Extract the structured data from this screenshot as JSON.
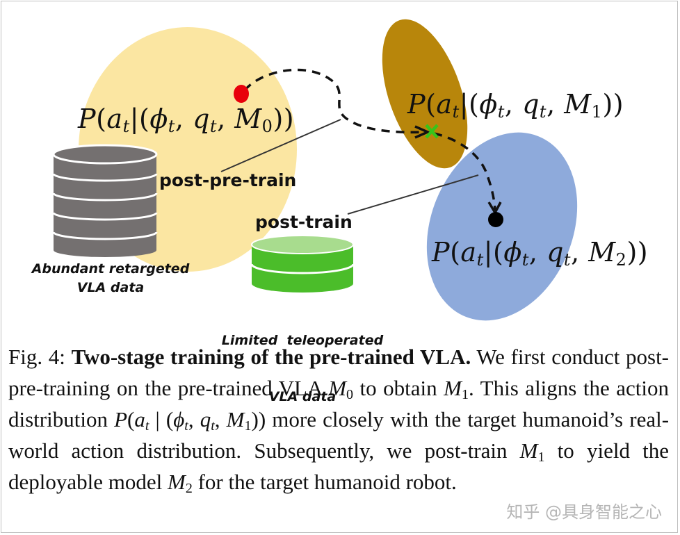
{
  "figure": {
    "distributions": {
      "m0": {
        "P": "P",
        "a": "a",
        "t": "t",
        "bar": "|",
        "phi": "ϕ",
        "q": "q",
        "M": "M",
        "sub": "0"
      },
      "m1": {
        "P": "P",
        "a": "a",
        "t": "t",
        "bar": "|",
        "phi": "ϕ",
        "q": "q",
        "M": "M",
        "sub": "1"
      },
      "m2": {
        "P": "P",
        "a": "a",
        "t": "t",
        "bar": "|",
        "phi": "ϕ",
        "q": "q",
        "M": "M",
        "sub": "2"
      }
    },
    "labels": {
      "post_pre_train": "post-pre-train",
      "post_train": "post-train",
      "abundant_line1": "Abundant retargeted",
      "abundant_line2": "VLA data",
      "limited_line1": "Limited  teleoperated",
      "limited_line2": "VLA data"
    },
    "colors": {
      "m0_region": "#fbe6a2",
      "m1_region": "#b8860b",
      "m2_region": "#8eaadb",
      "start_point": "#e8000b",
      "mid_marker": "#38c41a",
      "end_point": "#000000",
      "abundant_db": "#747070",
      "limited_db": "#4bbd2a"
    },
    "icons": [
      "database-icon-gray",
      "database-icon-green",
      "x-marker",
      "dot-marker"
    ]
  },
  "caption": {
    "fig_label": "Fig. 4:",
    "title": "Two-stage training of the pre-trained VLA.",
    "s1a": "We first conduct post-pre-training on the pre-trained VLA",
    "m0": "M",
    "m0_sub": "0",
    "s1b": "to obtain",
    "m1": "M",
    "m1_sub": "1",
    "s2a": ". This aligns the action distribution",
    "formula_P": "P",
    "formula_open": "(",
    "formula_a": "a",
    "formula_t1": "t",
    "formula_bar": " | (",
    "formula_phi": "ϕ",
    "formula_t2": "t",
    "formula_comma1": ", ",
    "formula_q": "q",
    "formula_t3": "t",
    "formula_comma2": ", ",
    "formula_M": "M",
    "formula_sub": "1",
    "formula_close": "))",
    "s2b": "more closely with the target humanoid’s real-world action distribution. Subsequently, we post-train",
    "m1b": "M",
    "m1b_sub": "1",
    "s3": "to yield the deployable model",
    "m2": "M",
    "m2_sub": "2",
    "s4": "for the target humanoid robot."
  },
  "watermark": "知乎 @具身智能之心"
}
